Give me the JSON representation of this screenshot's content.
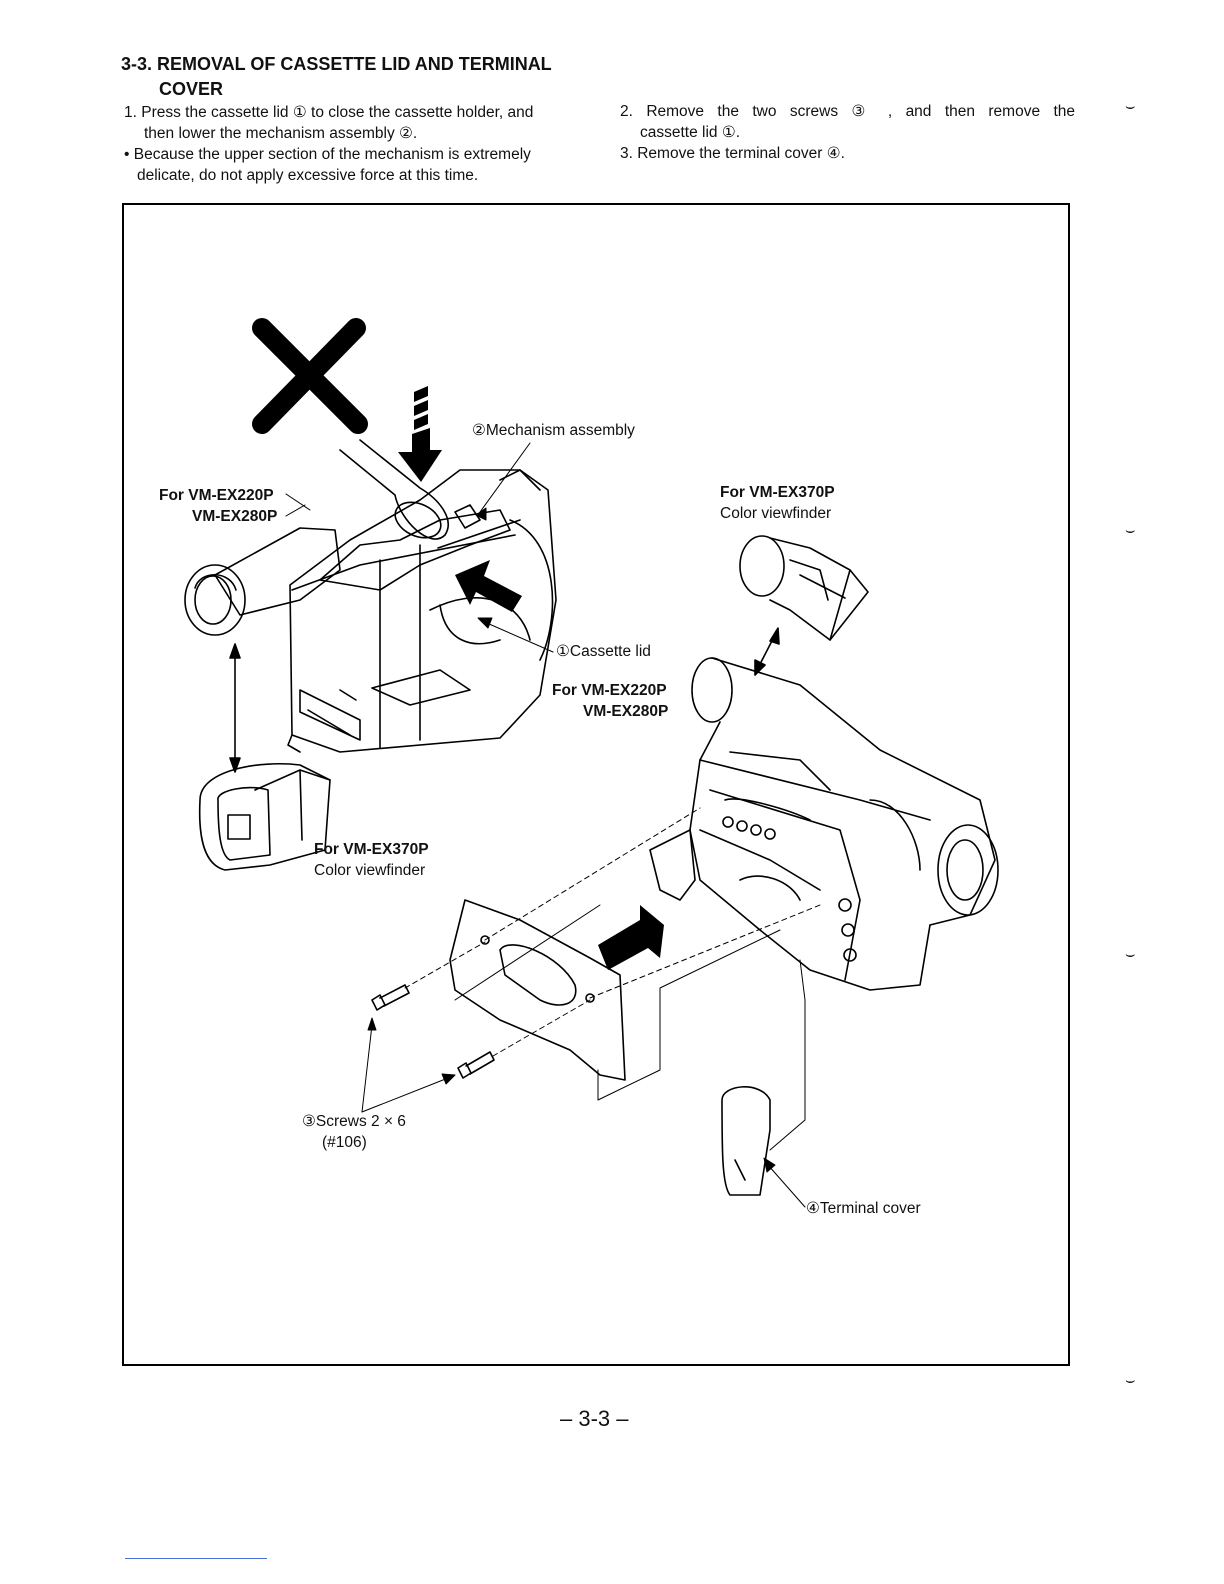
{
  "section": {
    "number_title": "3-3. REMOVAL OF CASSETTE LID AND TERMINAL",
    "title_cont": "COVER"
  },
  "steps_left": {
    "s1_a": "1. Press the cassette lid ① to close the cassette holder, and",
    "s1_b": "then lower the mechanism assembly ②.",
    "note_a": "• Because the upper section of the mechanism is extremely",
    "note_b": "delicate, do not apply excessive force at this time."
  },
  "steps_right": {
    "s2_a": "2. Remove the two screws ③ , and then remove the",
    "s2_b": "cassette lid ①.",
    "s3": "3. Remove the terminal cover ④."
  },
  "figure": {
    "mechanism_label": "②Mechanism assembly",
    "model_tl_1": "For VM-EX220P",
    "model_tl_2": "VM-EX280P",
    "model_tr_1": "For VM-EX370P",
    "model_tr_2": "Color viewfinder",
    "cassette_label": "①Cassette lid",
    "model_mid_1": "For VM-EX220P",
    "model_mid_2": "VM-EX280P",
    "model_bl_1": "For VM-EX370P",
    "model_bl_2": "Color viewfinder",
    "screws_1": "③Screws 2 × 6",
    "screws_2": "(#106)",
    "terminal_label": "④Terminal cover"
  },
  "page_number": "– 3-3 –"
}
